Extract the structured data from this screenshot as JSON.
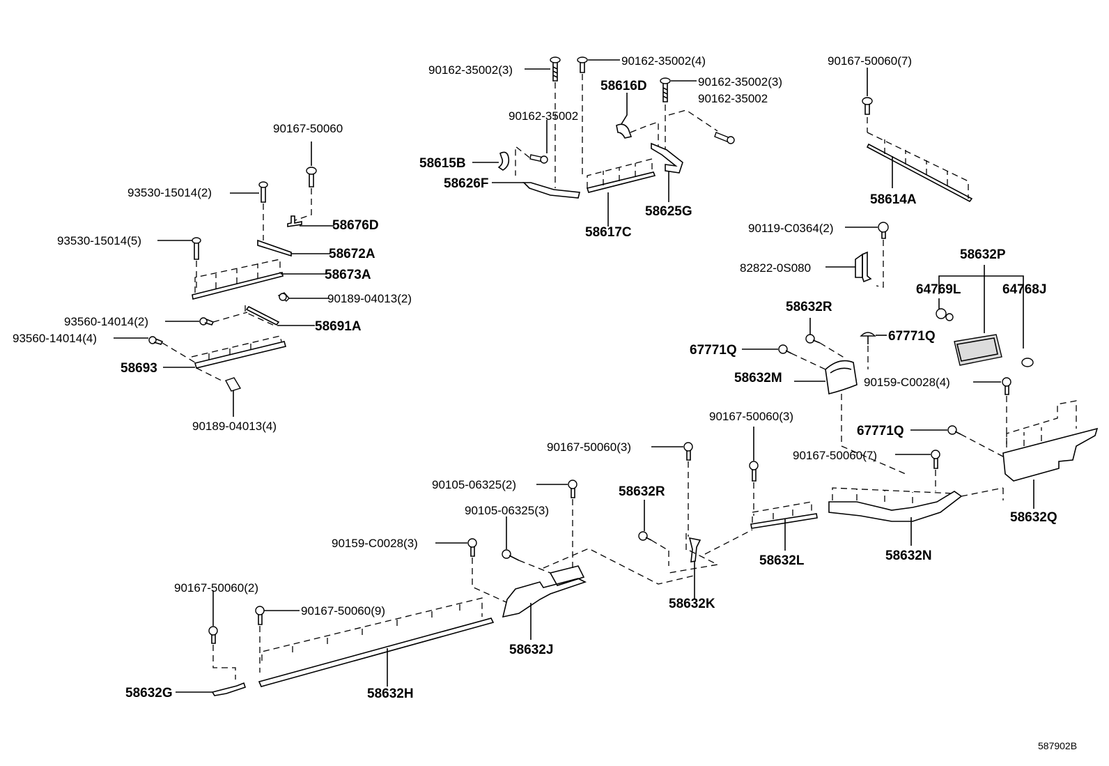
{
  "diagram": {
    "labels": {
      "l01": "90162-35002(3)",
      "l02": "90162-35002(4)",
      "l03": "90162-35002(3)",
      "l04": "90162-35002",
      "l05": "58616D",
      "l06": "90162-35002",
      "l07": "58615B",
      "l08": "58626F",
      "l09": "58617C",
      "l10": "58625G",
      "l11": "90167-50060(7)",
      "l12": "58614A",
      "l13": "90167-50060",
      "l14": "93530-15014(2)",
      "l15": "58676D",
      "l16": "93530-15014(5)",
      "l17": "58672A",
      "l18": "58673A",
      "l19": "90189-04013(2)",
      "l20": "93560-14014(2)",
      "l21": "58691A",
      "l22": "93560-14014(4)",
      "l23": "58693",
      "l24": "90189-04013(4)",
      "l25": "90119-C0364(2)",
      "l26": "82822-0S080",
      "l27": "58632P",
      "l28": "64769L",
      "l29": "64768J",
      "l30": "58632R",
      "l31": "67771Q",
      "l32": "67771Q",
      "l33": "58632M",
      "l34": "90159-C0028(4)",
      "l35": "90167-50060(3)",
      "l36": "67771Q",
      "l37": "90167-50060(7)",
      "l38": "90167-50060(3)",
      "l39": "58632R",
      "l40": "90105-06325(2)",
      "l41": "90105-06325(3)",
      "l42": "90159-C0028(3)",
      "l43": "58632Q",
      "l44": "58632L",
      "l45": "58632N",
      "l46": "58632K",
      "l47": "90167-50060(2)",
      "l48": "90167-50060(9)",
      "l49": "58632J",
      "l50": "58632G",
      "l51": "58632H"
    },
    "figure_id": "587902B"
  }
}
